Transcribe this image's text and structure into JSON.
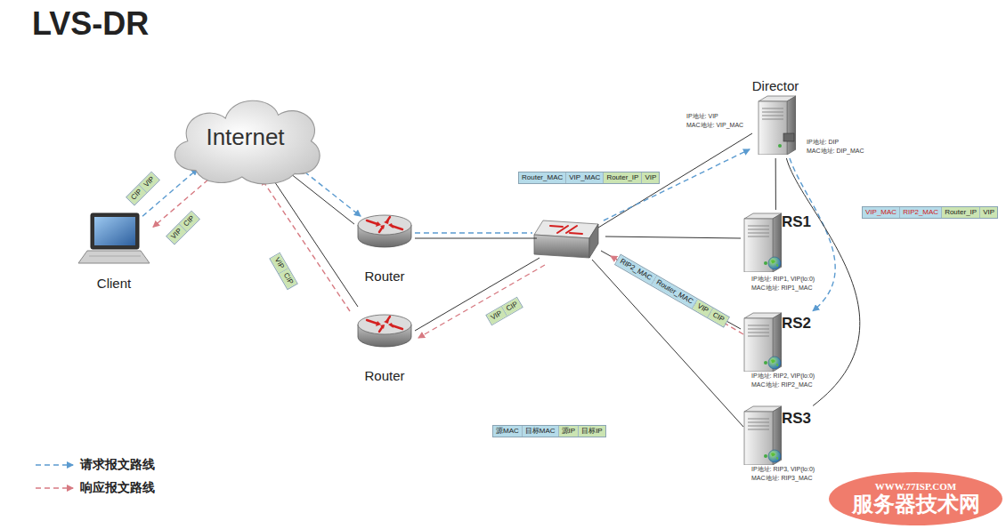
{
  "diagram": {
    "title": "LVS-DR",
    "nodes": [
      {
        "text": [
          "Internet"
        ]
      },
      {
        "text": [
          "Client"
        ]
      },
      {
        "text": [
          "Router"
        ]
      },
      {
        "text": [
          "Router"
        ]
      },
      {
        "text": [
          "Director"
        ]
      },
      {
        "text": [
          "RS1"
        ]
      },
      {
        "text": [
          "RS2"
        ]
      },
      {
        "text": [
          "RS3"
        ]
      },
      {
        "text": [
          "Router_MAC",
          "VIP_MAC",
          "Router_IP",
          "VIP"
        ]
      },
      {
        "text": [
          "VIP_MAC",
          "RIP2_MAC",
          "Router_IP",
          "VIP"
        ]
      },
      {
        "text": [
          "RIP2_MAC",
          "Router_MAC",
          "VIP",
          "CIP"
        ]
      },
      {
        "text": [
          "VIP",
          "CIP"
        ]
      },
      {
        "text": [
          "CIP",
          "VIP"
        ]
      },
      {
        "text": [
          "VIP",
          "CIP"
        ]
      },
      {
        "text": [
          "VIP",
          "CIP"
        ]
      },
      {
        "text": [
          "源MAC",
          "目标MAC",
          "源IP",
          "目标IP"
        ]
      },
      {
        "text": [
          "WWW.77ISP.COM",
          "服务器技术网"
        ]
      }
    ],
    "edges": [
      {
        "from": 1,
        "to": 0,
        "arrow": "to"
      },
      {
        "from": 0,
        "to": 1,
        "arrow": "to"
      },
      {
        "from": 0,
        "to": 2,
        "arrow": "none"
      },
      {
        "from": 0,
        "to": 2,
        "arrow": "to"
      },
      {
        "from": 3,
        "to": 0,
        "arrow": "none"
      },
      {
        "from": 3,
        "to": 0,
        "arrow": "to"
      },
      {
        "from": 4,
        "to": 5,
        "arrow": "none"
      },
      {
        "from": 4,
        "to": 6,
        "arrow": "to"
      },
      {
        "from": 4,
        "to": 7,
        "arrow": "none"
      }
    ],
    "labels": [
      "IP地址: VIP",
      "MAC地址: VIP_MAC",
      "IP地址: DIP",
      "MAC地址: DIP_MAC",
      "IP地址: RIP1, VIP(lo:0)",
      "MAC地址: RIP1_MAC",
      "IP地址: RIP2, VIP(lo:0)",
      "MAC地址: RIP2_MAC",
      "IP地址: RIP3, VIP(lo:0)",
      "MAC地址: RIP3_MAC"
    ],
    "legend": [
      {
        "text": "请求报文路线"
      },
      {
        "text": "响应报文路线"
      }
    ]
  }
}
